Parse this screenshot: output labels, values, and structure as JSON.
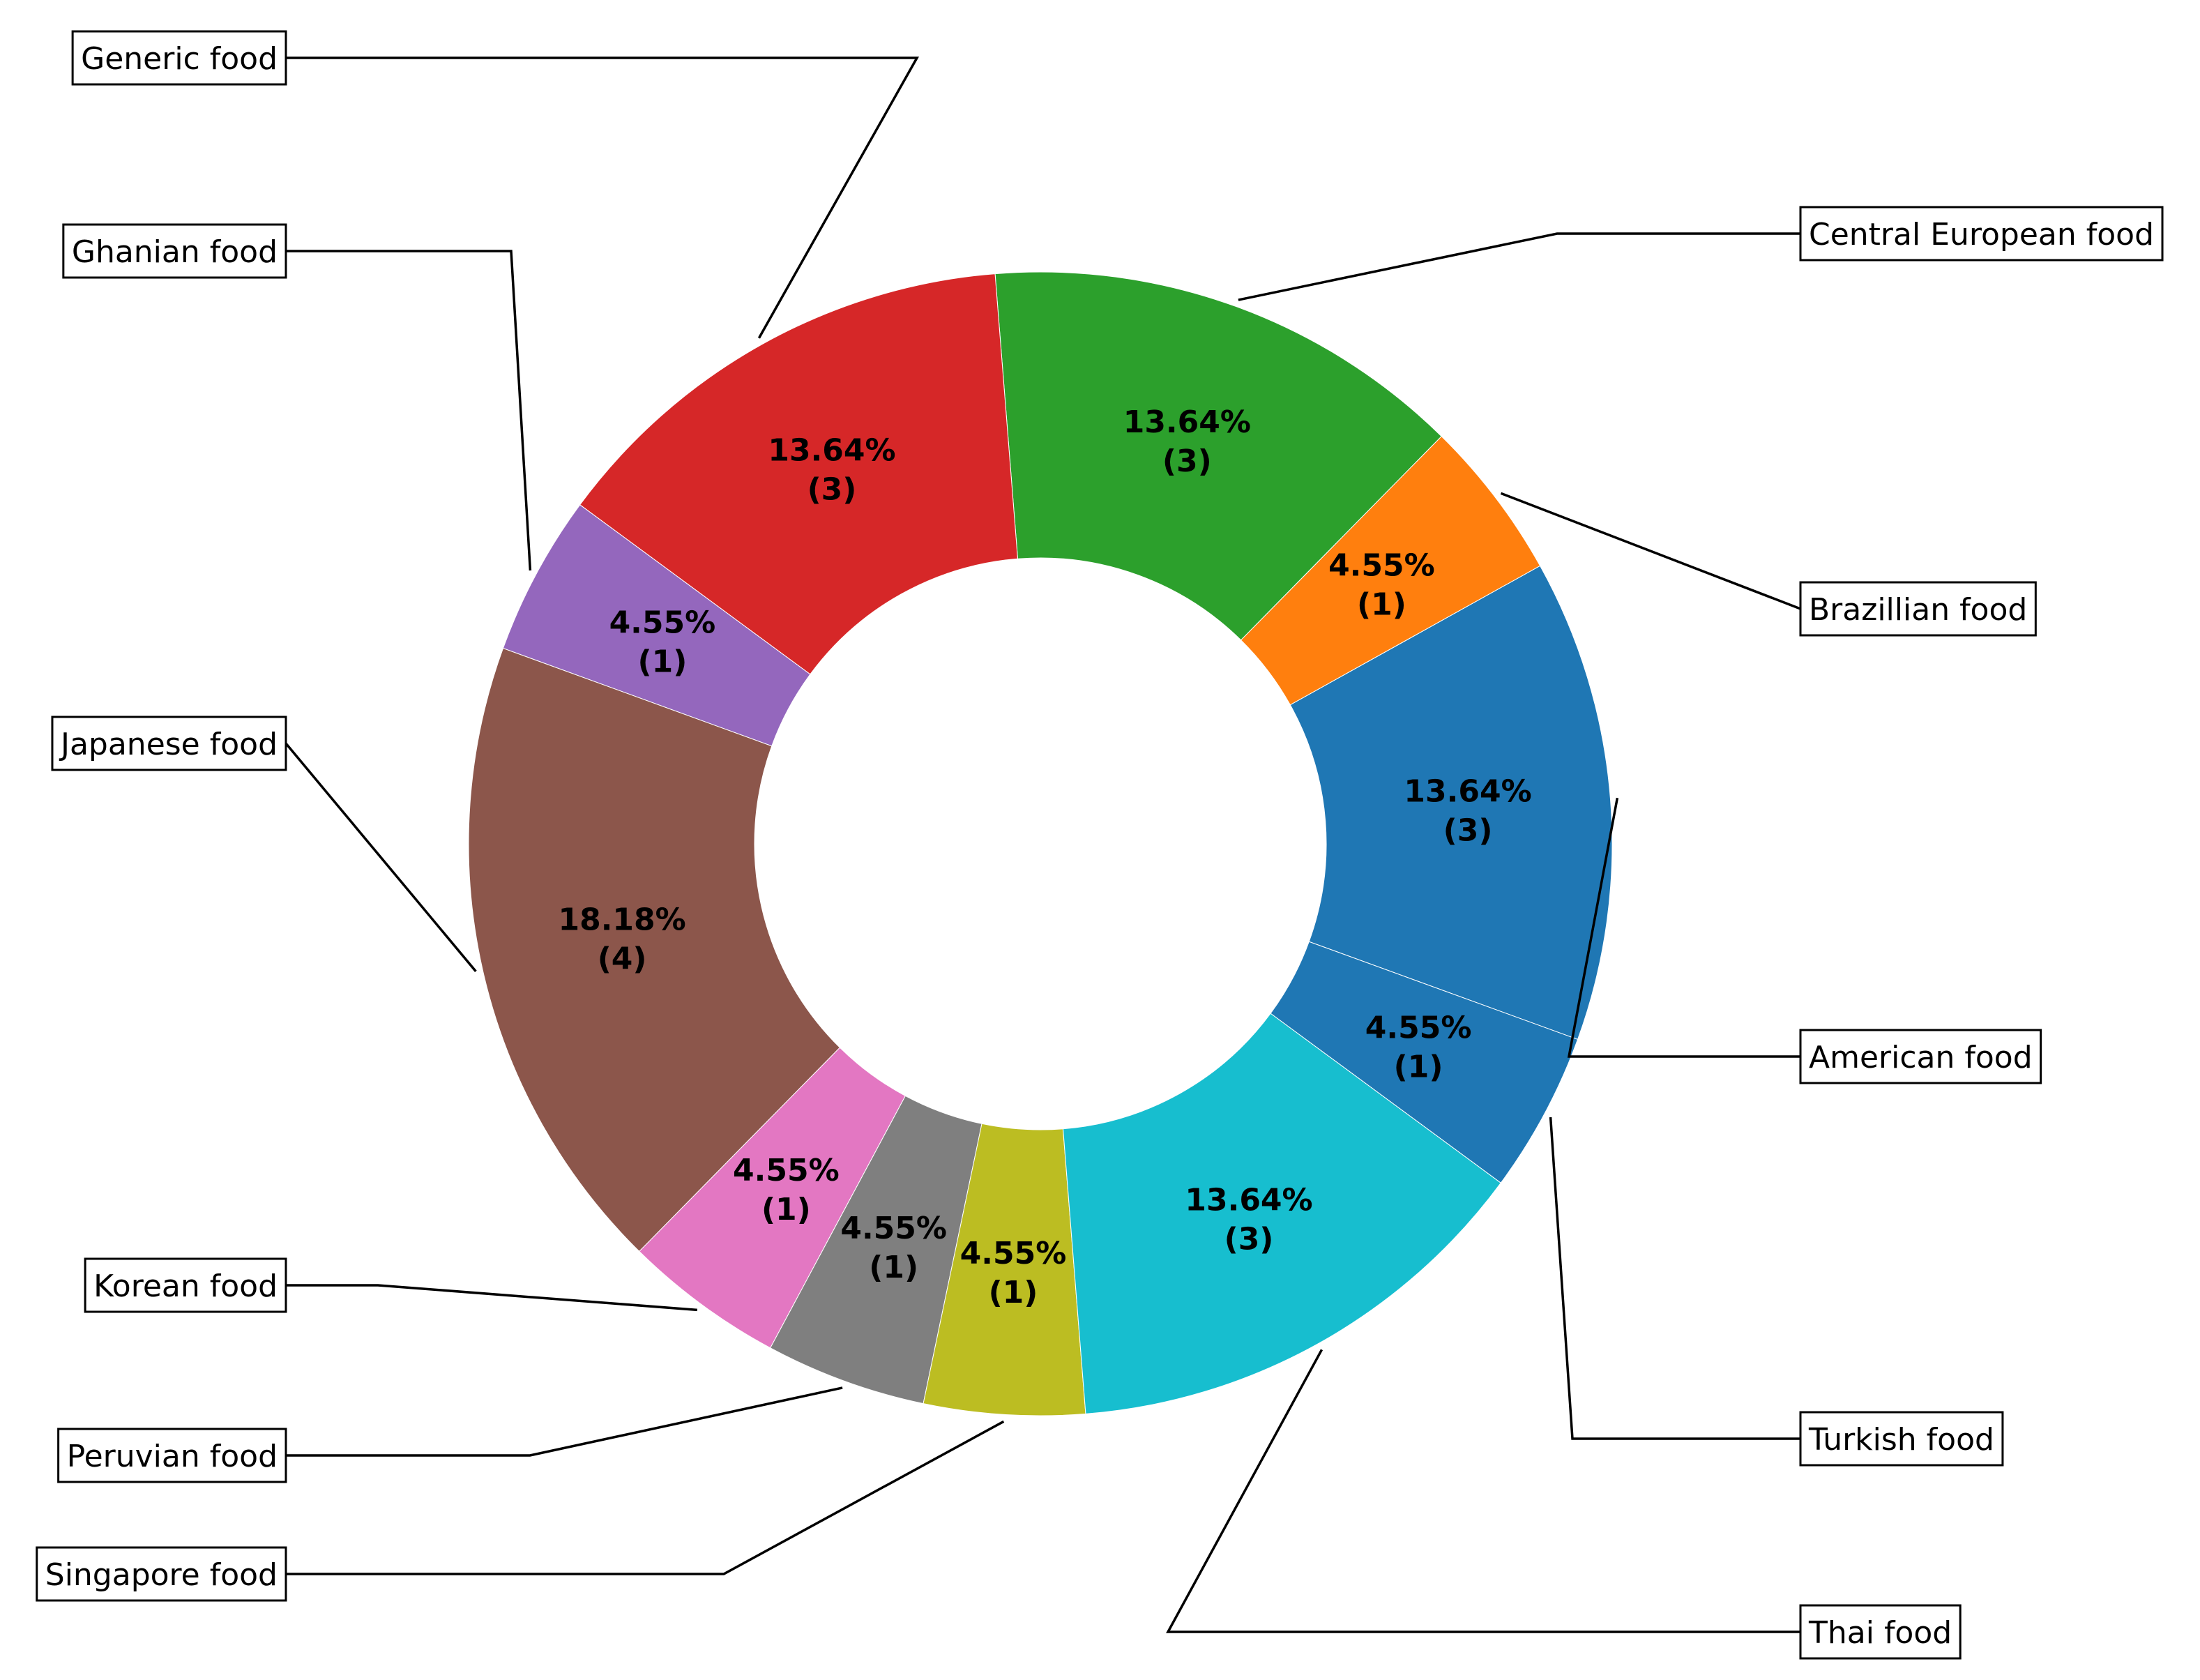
{
  "chart_data": {
    "type": "pie",
    "donut": true,
    "slices": [
      {
        "label": "American food",
        "value": 3,
        "percent": "13.64%",
        "count": "(3)",
        "color": "#1f77b4"
      },
      {
        "label": "Brazillian food",
        "value": 1,
        "percent": "4.55%",
        "count": "(1)",
        "color": "#ff7f0e"
      },
      {
        "label": "Central European food",
        "value": 3,
        "percent": "13.64%",
        "count": "(3)",
        "color": "#2ca02c"
      },
      {
        "label": "Generic food",
        "value": 3,
        "percent": "13.64%",
        "count": "(3)",
        "color": "#d62728"
      },
      {
        "label": "Ghanian food",
        "value": 1,
        "percent": "4.55%",
        "count": "(1)",
        "color": "#9467bd"
      },
      {
        "label": "Japanese food",
        "value": 4,
        "percent": "18.18%",
        "count": "(4)",
        "color": "#8c564b"
      },
      {
        "label": "Korean food",
        "value": 1,
        "percent": "4.55%",
        "count": "(1)",
        "color": "#e377c2"
      },
      {
        "label": "Peruvian food",
        "value": 1,
        "percent": "4.55%",
        "count": "(1)",
        "color": "#7f7f7f"
      },
      {
        "label": "Singapore food",
        "value": 1,
        "percent": "4.55%",
        "count": "(1)",
        "color": "#bcbd22"
      },
      {
        "label": "Thai food",
        "value": 3,
        "percent": "13.64%",
        "count": "(3)",
        "color": "#17becf"
      },
      {
        "label": "Turkish food",
        "value": 1,
        "percent": "4.55%",
        "count": "(1)",
        "color": "#1f77b4"
      }
    ]
  }
}
